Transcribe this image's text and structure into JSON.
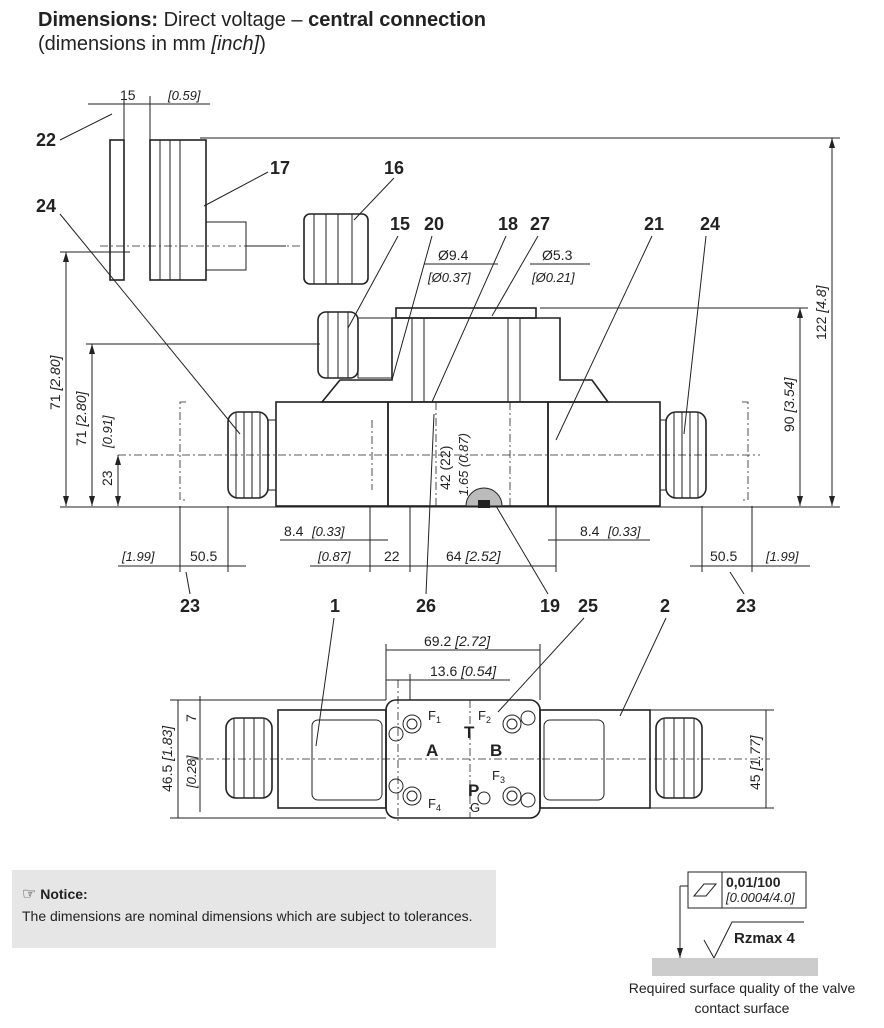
{
  "title": {
    "bold": "Dimensions:",
    "normal": " Direct voltage – ",
    "bold2": "central connection",
    "subtitle": "(dimensions in mm ",
    "subtitle_italic": "[inch]",
    "subtitle_end": ")"
  },
  "callouts": [
    "22",
    "17",
    "16",
    "24",
    "15",
    "20",
    "18",
    "27",
    "21",
    "24",
    "23",
    "26",
    "19",
    "25",
    "23",
    "1",
    "2"
  ],
  "dimensions": {
    "d15": "15",
    "d059": "[0.59]",
    "d94": "Ø9.4",
    "d037": "[Ø0.37]",
    "d53": "Ø5.3",
    "d021": "[Ø0.21]",
    "d122": "122",
    "d48": "[4.8]",
    "d90": "90",
    "d354": "[3.54]",
    "d71a": "71",
    "d280a": "[2.80]",
    "d71b": "71",
    "d280b": "[2.80]",
    "d23": "23",
    "d091": "[0.91]",
    "d42": "42",
    "d22p": "(22)",
    "d165": "1.65",
    "d087": "(0.87)",
    "d84l": "8.4",
    "d033l": "[0.33]",
    "d087b": "[0.87]",
    "d22": "22",
    "d64": "64",
    "d252": "[2.52]",
    "d84r": "8.4",
    "d033r": "[0.33]",
    "d199l": "[1.99]",
    "d505l": "50.5",
    "d505r": "50.5",
    "d199r": "[1.99]",
    "d692": "69.2",
    "d272": "[2.72]",
    "d136": "13.6",
    "d054": "[0.54]",
    "d7": "7",
    "d028": "[0.28]",
    "d465": "46.5",
    "d183": "[1.83]",
    "d45": "45",
    "d177": "[1.77]"
  },
  "ports": {
    "T": "T",
    "A": "A",
    "B": "B",
    "P": "P",
    "G": "G",
    "F1": "F",
    "F2": "F",
    "F3": "F",
    "F4": "F",
    "s1": "1",
    "s2": "2",
    "s3": "3",
    "s4": "4"
  },
  "notice": {
    "heading": "Notice:",
    "body": "The dimensions are nominal dimensions which are subject to tolerances."
  },
  "surface": {
    "flatness": "0,01/100",
    "flatness_inch": "[0.0004/4.0]",
    "roughness": "Rzmax 4",
    "caption": "Required surface quality of the valve contact surface"
  }
}
